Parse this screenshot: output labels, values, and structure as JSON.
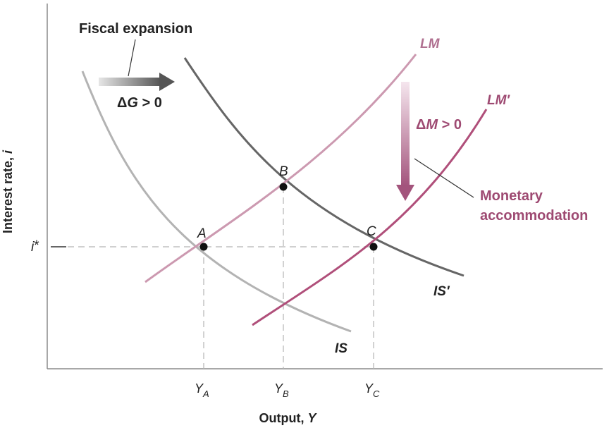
{
  "axes": {
    "y_label": "Interest rate, ",
    "y_label_var": "i",
    "x_label": "Output, ",
    "x_label_var": "Y"
  },
  "curves": {
    "is": {
      "label": "IS",
      "color": "#b3b3b3"
    },
    "is_prime": {
      "label": "IS′",
      "color": "#666666"
    },
    "lm": {
      "label": "LM",
      "color": "#cc99b0"
    },
    "lm_prime": {
      "label": "LM′",
      "color": "#b04f7a"
    }
  },
  "points": {
    "a": {
      "label": "A"
    },
    "b": {
      "label": "B"
    },
    "c": {
      "label": "C"
    }
  },
  "ticks": {
    "i_star": "i",
    "i_star_mark": "*",
    "ya": {
      "base": "Y",
      "sub": "A"
    },
    "yb": {
      "base": "Y",
      "sub": "B"
    },
    "yc": {
      "base": "Y",
      "sub": "C"
    }
  },
  "annotations": {
    "fiscal_title": "Fiscal expansion",
    "delta_g": {
      "sym": "Δ",
      "var": "G",
      "rest": " > 0"
    },
    "delta_m": {
      "sym": "Δ",
      "var": "M",
      "rest": " > 0"
    },
    "monetary_line1": "Monetary",
    "monetary_line2": "accommodation"
  },
  "colors": {
    "accent": "#9e4a72",
    "axis": "#8c8c8c",
    "guide": "#b3b3b3",
    "dot": "#111111"
  }
}
